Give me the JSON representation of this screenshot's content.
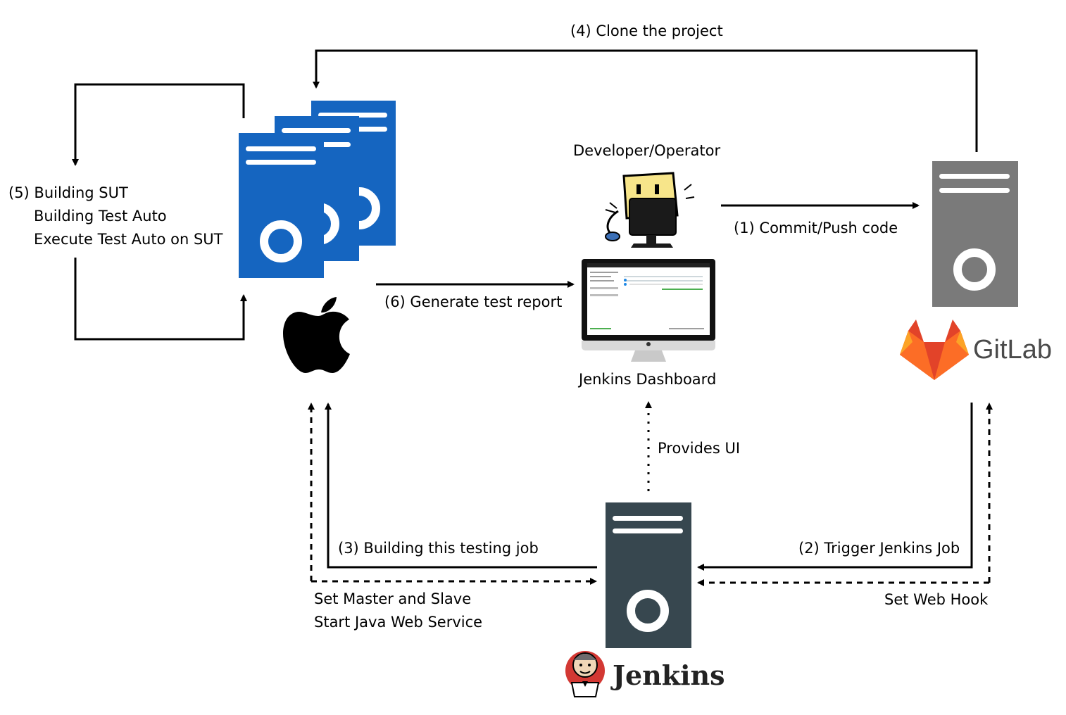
{
  "labels": {
    "clone_project": "(4) Clone the project",
    "developer_operator": "Developer/Operator",
    "commit_push": "(1) Commit/Push code",
    "building_sut": "(5) Building SUT",
    "building_test_auto": "Building Test Auto",
    "execute_test_auto": "Execute Test Auto on SUT",
    "generate_report": "(6) Generate test report",
    "jenkins_dashboard": "Jenkins Dashboard",
    "provides_ui": "Provides UI",
    "building_job": "(3) Building this testing job",
    "trigger_job": "(2) Trigger Jenkins Job",
    "set_master_slave": "Set Master and Slave",
    "start_java_service": "Start Java Web Service",
    "set_web_hook": "Set Web Hook"
  },
  "logos": {
    "gitlab": "GitLab",
    "jenkins": "Jenkins"
  },
  "colors": {
    "slave_servers": "#1565c0",
    "gitlab_server": "#7a7a7a",
    "jenkins_server": "#37474f",
    "gitlab_orange": "#e24329",
    "gitlab_light": "#fca326"
  }
}
